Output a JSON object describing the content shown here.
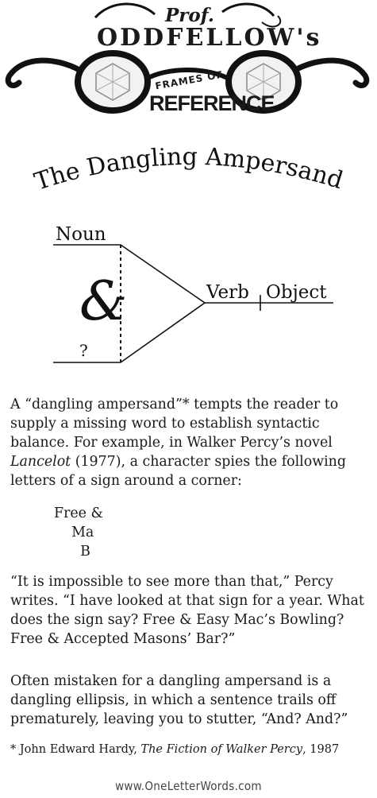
{
  "logo": {
    "prof": "Prof.",
    "name": "ODDFELLOW's",
    "frames": "FRAMES OF",
    "reference": "REFERENCE"
  },
  "title": "The Dangling Ampersand",
  "diagram": {
    "noun": "Noun",
    "ampersand": "&",
    "question": "?",
    "verb": "Verb",
    "object": "Object"
  },
  "body": {
    "p1_a": "A “dangling ampersand”* tempts the reader to supply a missing word to establish syntactic balance.  For example, in Walker Percy’s novel ",
    "p1_italic": "Lancelot",
    "p1_b": " (1977), a character spies the following letters of a sign around a corner:",
    "sign": [
      "Free &",
      "    Ma",
      "      B"
    ],
    "p2": "“It is impossible to see more than that,” Percy writes.  “I have looked at that sign for a year.  What does the sign say?  Free & Easy Mac’s Bowling?  Free & Accepted Masons’ Bar?”",
    "p3": "Often mistaken for a dangling ampersand is a dangling ellipsis, in which a sentence trails off prematurely, leaving you to stutter, “And?  And?”"
  },
  "footnote": {
    "prefix": "* John Edward Hardy, ",
    "italic": "The Fiction of Walker Percy",
    "suffix": ", 1987"
  },
  "site": "www.OneLetterWords.com"
}
